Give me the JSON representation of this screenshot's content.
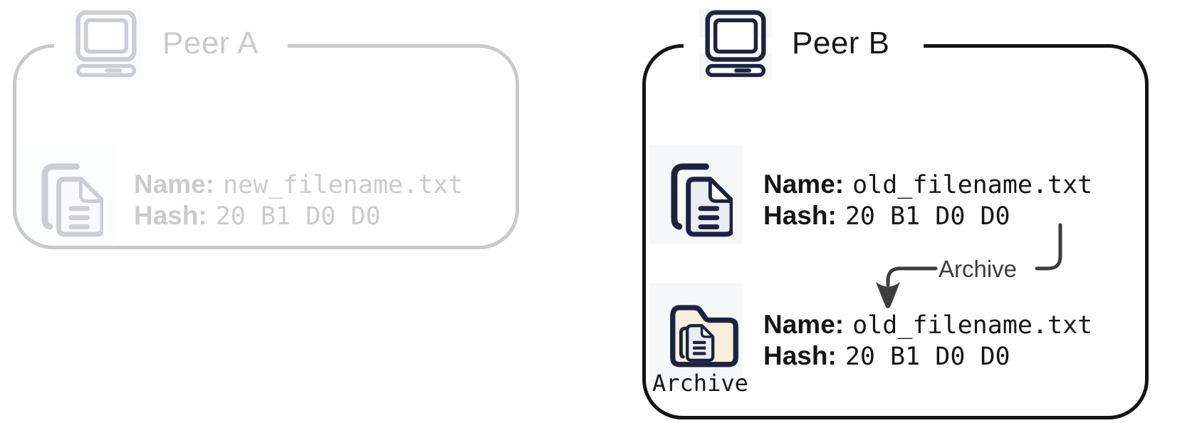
{
  "colors": {
    "navy": "#1b2340",
    "border": "#141414",
    "text": "#161616",
    "arrow": "#3d3d3d",
    "doc_fill": "#e9edf4",
    "folder_fill": "#f7efdc",
    "icon_bg": "#f6f7f9",
    "faded_appearance": "#d2d4da"
  },
  "icons": {
    "computer": "computer-icon",
    "document_copy": "copy-document-icon",
    "archive_folder": "archive-folder-icon",
    "archive_arrow": "archive-arrow-down-icon"
  },
  "peer_a": {
    "title": "Peer A",
    "faded": true,
    "file": {
      "name_label": "Name:",
      "name_value": "new_filename.txt",
      "hash_label": "Hash:",
      "hash_value": "20 B1 D0 D0"
    }
  },
  "peer_b": {
    "title": "Peer B",
    "file": {
      "name_label": "Name:",
      "name_value": "old_filename.txt",
      "hash_label": "Hash:",
      "hash_value": "20 B1 D0 D0"
    },
    "arrow_label": "Archive",
    "archived_file": {
      "name_label": "Name:",
      "name_value": "old_filename.txt",
      "hash_label": "Hash:",
      "hash_value": "20 B1 D0 D0"
    },
    "archive_caption": "Archive"
  }
}
